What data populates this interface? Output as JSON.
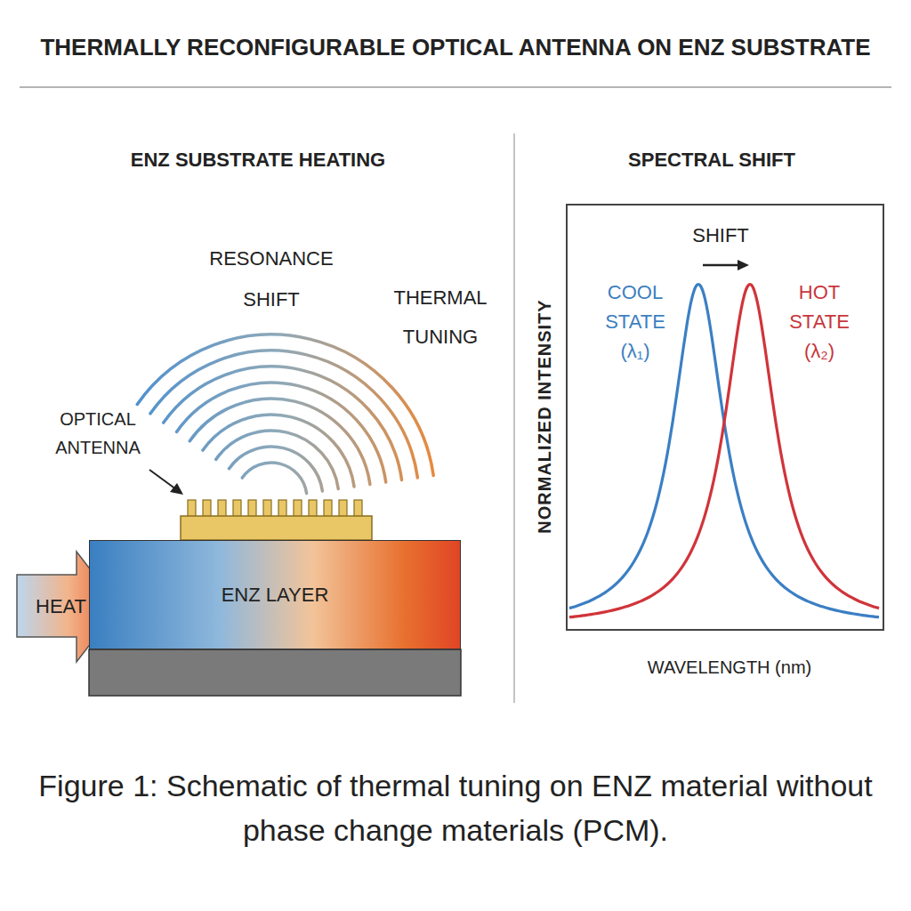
{
  "diagram": {
    "title": "THERMALLY RECONFIGURABLE OPTICAL ANTENNA ON ENZ SUBSTRATE",
    "caption": "Figure 1: Schematic of thermal tuning on ENZ material without phase change materials (PCM).",
    "nodes": [
      {
        "text": [
          "HEAT"
        ]
      },
      {
        "text": [
          "ENZ LAYER"
        ]
      }
    ],
    "labels": [
      "ENZ SUBSTRATE HEATING",
      "SPECTRAL SHIFT",
      "RESONANCE SHIFT",
      "THERMAL TUNING",
      "OPTICAL ANTENNA",
      "SHIFT",
      "NORMALIZED INTENSITY",
      "COOL STATE (λ₁)",
      "HOT STATE (λ₂)",
      "WAVELENGTH (nm)"
    ]
  }
}
